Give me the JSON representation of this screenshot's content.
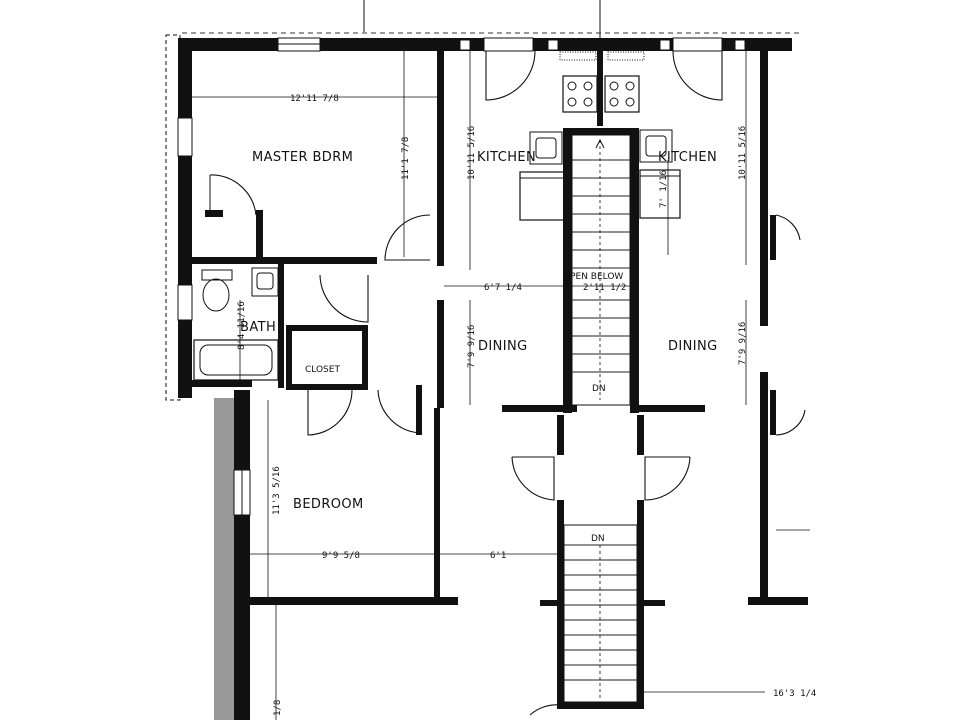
{
  "rooms": {
    "master_bedroom": "MASTER BDRM",
    "kitchen_left": "KITCHEN",
    "kitchen_right": "KITCHEN",
    "bath": "BATH",
    "closet": "CLOSET",
    "dining_left": "DINING",
    "dining_right": "DINING",
    "bedroom": "BEDROOM",
    "open_below": "OPEN BELOW"
  },
  "stairs": {
    "upper_dn": "DN",
    "lower_dn": "DN"
  },
  "dimensions": {
    "master_width": "12'11 7/8",
    "master_depth": "11'1 7/8",
    "kitchen_left_depth": "10'11 5/16",
    "kitchen_right_depth": "10'11 5/16",
    "kitchen_right_inner": "7' 1/16",
    "dining_left_width": "6'7 1/4",
    "stair_width": "2'11 1/2",
    "dining_left_depth": "7'9 9/16",
    "dining_right_depth": "7'9 9/16",
    "bath_width": "8'4 11/16",
    "bedroom_depth": "11'3 5/16",
    "bedroom_width": "9'9 5/8",
    "hall_width": "6'1",
    "bottom_right": "16'3 1/4",
    "bottom_left": "1/8"
  }
}
